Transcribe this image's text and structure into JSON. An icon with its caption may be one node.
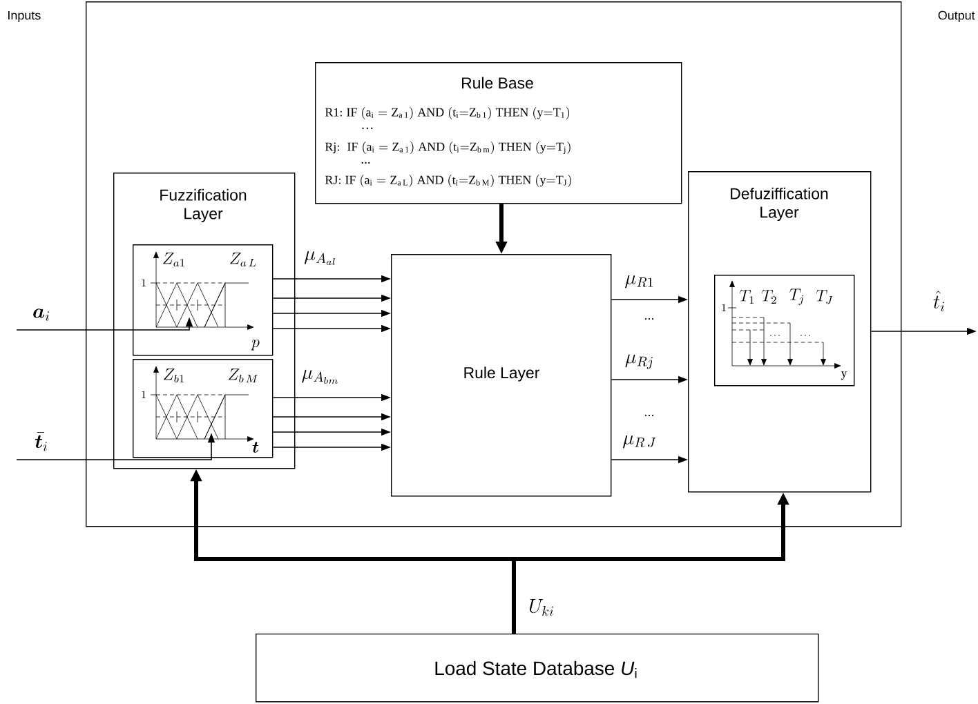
{
  "diagram": {
    "nodes": [
      {
        "text": [],
        "shape": "box"
      },
      {
        "text": [
          "Rule Base",
          "\\mathrm{R1{:}\\ IF\\ (a_{i} = Z_{a\\,1})\\ AND\\ (t_{i}{=}Z_{b\\,1})\\ THEN\\ (y{=}T_{1})}",
          "…",
          "\\mathrm{Rj{:}\\ \\ IF\\ (a_{i} = Z_{a\\,1})\\ AND\\ (t_{i}{=}Z_{b\\,m})\\ THEN\\ (y{=}T_{j})}",
          "...",
          "\\mathrm{RJ{:}\\ IF\\ (a_{i} = Z_{a\\,L})\\ AND\\ (t_{i}{=}Z_{b\\,M})\\ THEN\\ (y{=}T_{J})}"
        ],
        "in": 0
      },
      {
        "text": [
          "Fuzzification Layer"
        ],
        "in": 0
      },
      {
        "text": [
          "Z_{a1}",
          "Z_{a\\,L}",
          "1",
          "p"
        ],
        "in": 2
      },
      {
        "text": [
          "Z_{b1}",
          "Z_{b\\,M}",
          "1",
          "\\bm{t}"
        ],
        "in": 2
      },
      {
        "text": [
          "Rule Layer"
        ],
        "in": 0
      },
      {
        "text": [
          "Defuziffication Layer"
        ],
        "in": 0
      },
      {
        "text": [
          "T_1",
          "T_2",
          "T_j",
          "T_J",
          "1",
          "\\mathrm{y}"
        ],
        "in": 6
      },
      {
        "text": [
          "Load State Database *U*$_{i}$"
        ]
      }
    ],
    "edges": [
      {
        "from": 1,
        "to": 5,
        "arrow": "to",
        "style": "thick"
      },
      {
        "from": 3,
        "to": 5,
        "arrow": "to",
        "label": "\\mu_{A_{al}}"
      },
      {
        "from": 3,
        "to": 5,
        "arrow": "to"
      },
      {
        "from": 3,
        "to": 5,
        "arrow": "to"
      },
      {
        "from": 3,
        "to": 5,
        "arrow": "to"
      },
      {
        "from": 4,
        "to": 5,
        "arrow": "to",
        "label": "\\mu_{A_{bm}}"
      },
      {
        "from": 4,
        "to": 5,
        "arrow": "to"
      },
      {
        "from": 4,
        "to": 5,
        "arrow": "to"
      },
      {
        "from": 4,
        "to": 5,
        "arrow": "to"
      },
      {
        "from": 5,
        "to": 6,
        "arrow": "to",
        "label": "\\mu_{R1}"
      },
      {
        "from": 5,
        "to": 6,
        "arrow": "to",
        "label": "\\mu_{Rj}"
      },
      {
        "from": 5,
        "to": 6,
        "arrow": "to",
        "label": "\\mu_{R\\,J}"
      },
      {
        "from": 6,
        "to": null,
        "arrow": "to",
        "label": "\\hat{t}_i"
      },
      {
        "from": null,
        "to": 3,
        "arrow": "to",
        "label": "\\bm{a}_i"
      },
      {
        "from": null,
        "to": 4,
        "arrow": "to",
        "label": "\\bar{\\bm{t}}_i"
      },
      {
        "from": 8,
        "to": 2,
        "arrow": "to",
        "style": "thick",
        "label": "U_{ki}"
      },
      {
        "from": 8,
        "to": 6,
        "arrow": "to",
        "style": "thick"
      }
    ],
    "labels": [
      "Inputs",
      "Output",
      "...",
      "..."
    ]
  }
}
